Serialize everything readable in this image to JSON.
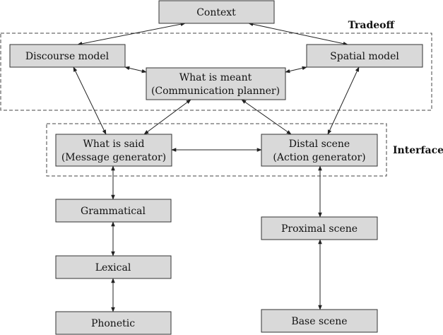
{
  "groups": {
    "tradeoff": "Tradeoff",
    "interface": "Interface"
  },
  "nodes": {
    "context": [
      "Context"
    ],
    "discourse": [
      "Discourse model"
    ],
    "spatial": [
      "Spatial model"
    ],
    "meant": [
      "What is meant",
      "(Communication planner)"
    ],
    "said": [
      "What is said",
      "(Message generator)"
    ],
    "distal": [
      "Distal scene",
      "(Action generator)"
    ],
    "grammatical": [
      "Grammatical"
    ],
    "lexical": [
      "Lexical"
    ],
    "phonetic": [
      "Phonetic"
    ],
    "proximal": [
      "Proximal scene"
    ],
    "base": [
      "Base scene"
    ]
  },
  "edges": [
    [
      "context",
      "discourse"
    ],
    [
      "context",
      "spatial"
    ],
    [
      "discourse",
      "meant"
    ],
    [
      "meant",
      "spatial"
    ],
    [
      "discourse",
      "said"
    ],
    [
      "spatial",
      "distal"
    ],
    [
      "meant",
      "said"
    ],
    [
      "meant",
      "distal"
    ],
    [
      "said",
      "distal"
    ],
    [
      "said",
      "grammatical"
    ],
    [
      "grammatical",
      "lexical"
    ],
    [
      "lexical",
      "phonetic"
    ],
    [
      "distal",
      "proximal"
    ],
    [
      "proximal",
      "base"
    ]
  ]
}
